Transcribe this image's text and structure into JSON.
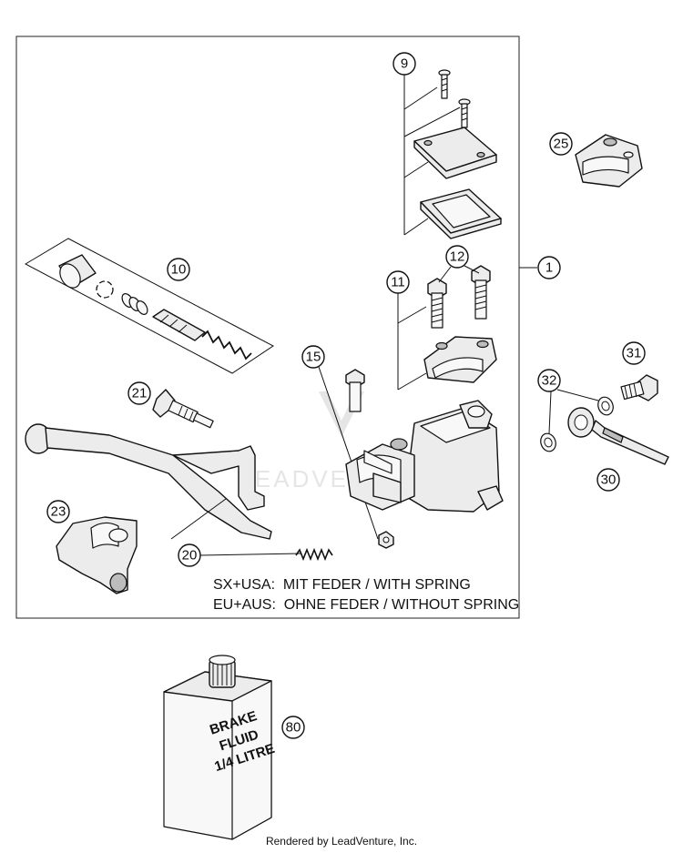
{
  "callouts": {
    "c1": "1",
    "c9": "9",
    "c10": "10",
    "c11": "11",
    "c12": "12",
    "c15": "15",
    "c20": "20",
    "c21": "21",
    "c23": "23",
    "c25": "25",
    "c30": "30",
    "c31": "31",
    "c32": "32",
    "c80": "80"
  },
  "notes": {
    "line1": "SX+USA:  MIT FEDER / WITH SPRING",
    "line2": "EU+AUS:  OHNE FEDER / WITHOUT SPRING"
  },
  "bottle": {
    "line1": "BRAKE",
    "line2": "FLUID",
    "line3": "1/4 LITRE"
  },
  "watermark": "LEADVENTURE",
  "footer": "Rendered by LeadVenture, Inc."
}
